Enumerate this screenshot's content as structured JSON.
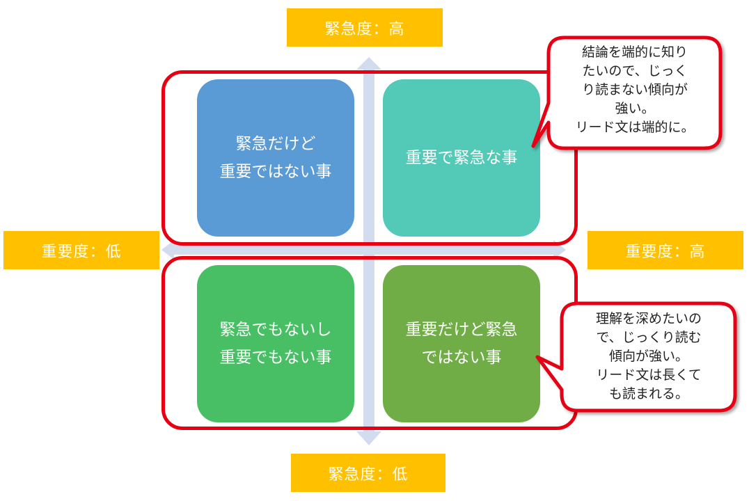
{
  "axes": {
    "urgency_high": "緊急度：高",
    "urgency_low": "緊急度：低",
    "importance_low": "重要度：低",
    "importance_high": "重要度：高"
  },
  "quadrants": {
    "top_left": "緊急だけど\n重要ではない事",
    "top_right": "重要で緊急な事",
    "bottom_left": "緊急でもないし\n重要でもない事",
    "bottom_right": "重要だけど緊急\nではない事"
  },
  "callouts": {
    "top": "結論を端的に知り\nたいので、じっく\nり読まない傾向が\n強い。\nリード文は端的に。",
    "bottom": "理解を深めたいの\nで、じっくり読む\n傾向が強い。\nリード文は長くて\nも読まれる。"
  },
  "colors": {
    "axis_label_bg": "#ffc000",
    "frame_red": "#e60012",
    "arrow": "#d3dcef",
    "top_left": "#5b9bd5",
    "top_right": "#53c9b7",
    "bottom_left": "#48bf64",
    "bottom_right": "#70ad47"
  }
}
